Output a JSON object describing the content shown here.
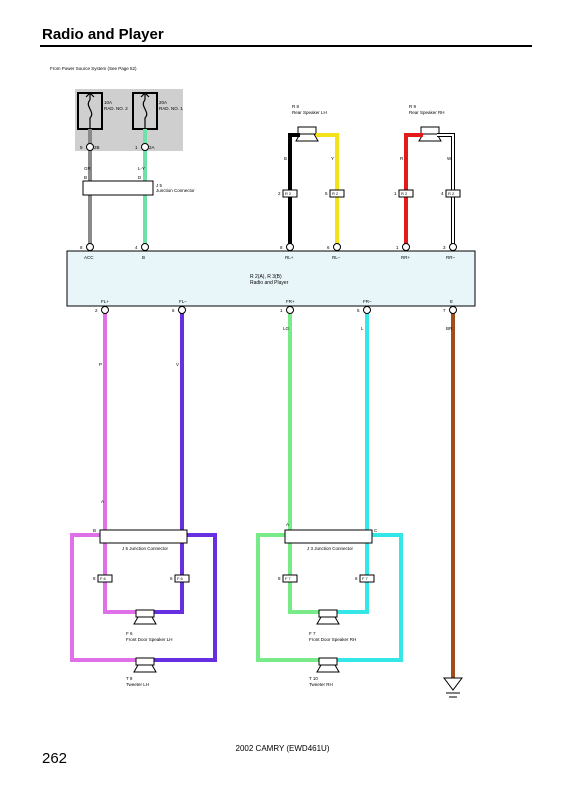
{
  "header": {
    "title": "Radio and Player"
  },
  "footer": {
    "page_number": "262",
    "model_text": "2002 CAMRY (EWD461U)"
  },
  "power_source_note": "From Power Source System (See Page 52)",
  "fuses": [
    {
      "rating": "10A",
      "name": "RAD. NO. 2",
      "pin": "5",
      "block_pin": "2B",
      "wire_color": "GR"
    },
    {
      "rating": "20A",
      "name": "RAD. NO. 1",
      "pin": "1",
      "block_pin": "2A",
      "wire_color": "L-Y"
    }
  ],
  "junction_top": {
    "id": "J 5",
    "name": "Junction Connector",
    "pin_left": "B",
    "pin_right": "D"
  },
  "rear_speakers": [
    {
      "id": "R 8",
      "name": "Rear Speaker LH",
      "wires": [
        "B",
        "Y"
      ],
      "pins": [
        "2",
        "5"
      ],
      "conn": [
        "R 2",
        "R 2"
      ]
    },
    {
      "id": "R 9",
      "name": "Rear Speaker RH",
      "wires": [
        "R",
        "W"
      ],
      "pins": [
        "1",
        "4"
      ],
      "conn": [
        "R 2",
        "R 2"
      ]
    }
  ],
  "radio": {
    "id": "R 2(A), R 3(B)",
    "name": "Radio and Player",
    "top_pins": [
      {
        "num": "8",
        "label": "ACC"
      },
      {
        "num": "4",
        "label": "B"
      },
      {
        "num": "8",
        "label": "RL+"
      },
      {
        "num": "6",
        "label": "RL–"
      },
      {
        "num": "1",
        "label": "RR+"
      },
      {
        "num": "3",
        "label": "RR–"
      }
    ],
    "bottom_pins": [
      {
        "num": "2",
        "label": "FL+"
      },
      {
        "num": "6",
        "label": "FL–"
      },
      {
        "num": "1",
        "label": "FR+"
      },
      {
        "num": "5",
        "label": "FR–"
      },
      {
        "num": "7",
        "label": "E"
      }
    ]
  },
  "wire_colors": {
    "fl_plus": "P",
    "fl_minus": "V",
    "fr_plus": "LG",
    "fr_minus": "L",
    "ground": "BR",
    "fl_splice_a": "A",
    "fl_splice_b": "B",
    "fr_splice_a": "A",
    "fr_splice_c": "C"
  },
  "front_left": {
    "junction": "J 5 Junction Connector",
    "speaker_id": "F 6",
    "speaker_name": "Front Door Speaker LH",
    "tweeter_id": "T 9",
    "tweeter_name": "Tweeter LH",
    "conn": "F 6",
    "pins": [
      "8",
      "6"
    ]
  },
  "front_right": {
    "junction": "J 3 Junction Connector",
    "speaker_id": "F 7",
    "speaker_name": "Front Door Speaker RH",
    "tweeter_id": "T 10",
    "tweeter_name": "Tweeter RH",
    "conn": "F 7",
    "pins": [
      "8",
      "6"
    ]
  },
  "colors": {
    "gray": "#8a8a8a",
    "lgreen_y": "#6ee0a8",
    "black": "#000000",
    "yellow": "#f2e21a",
    "red": "#e21a1a",
    "white": "#ffffff",
    "pink": "#e070e8",
    "violet": "#6630e0",
    "lgreen": "#78ea88",
    "blue": "#35e6e6",
    "brown": "#a04c1c",
    "radio_fill": "#e8f6fa",
    "fuse_box_fill": "#cfcfcf"
  }
}
